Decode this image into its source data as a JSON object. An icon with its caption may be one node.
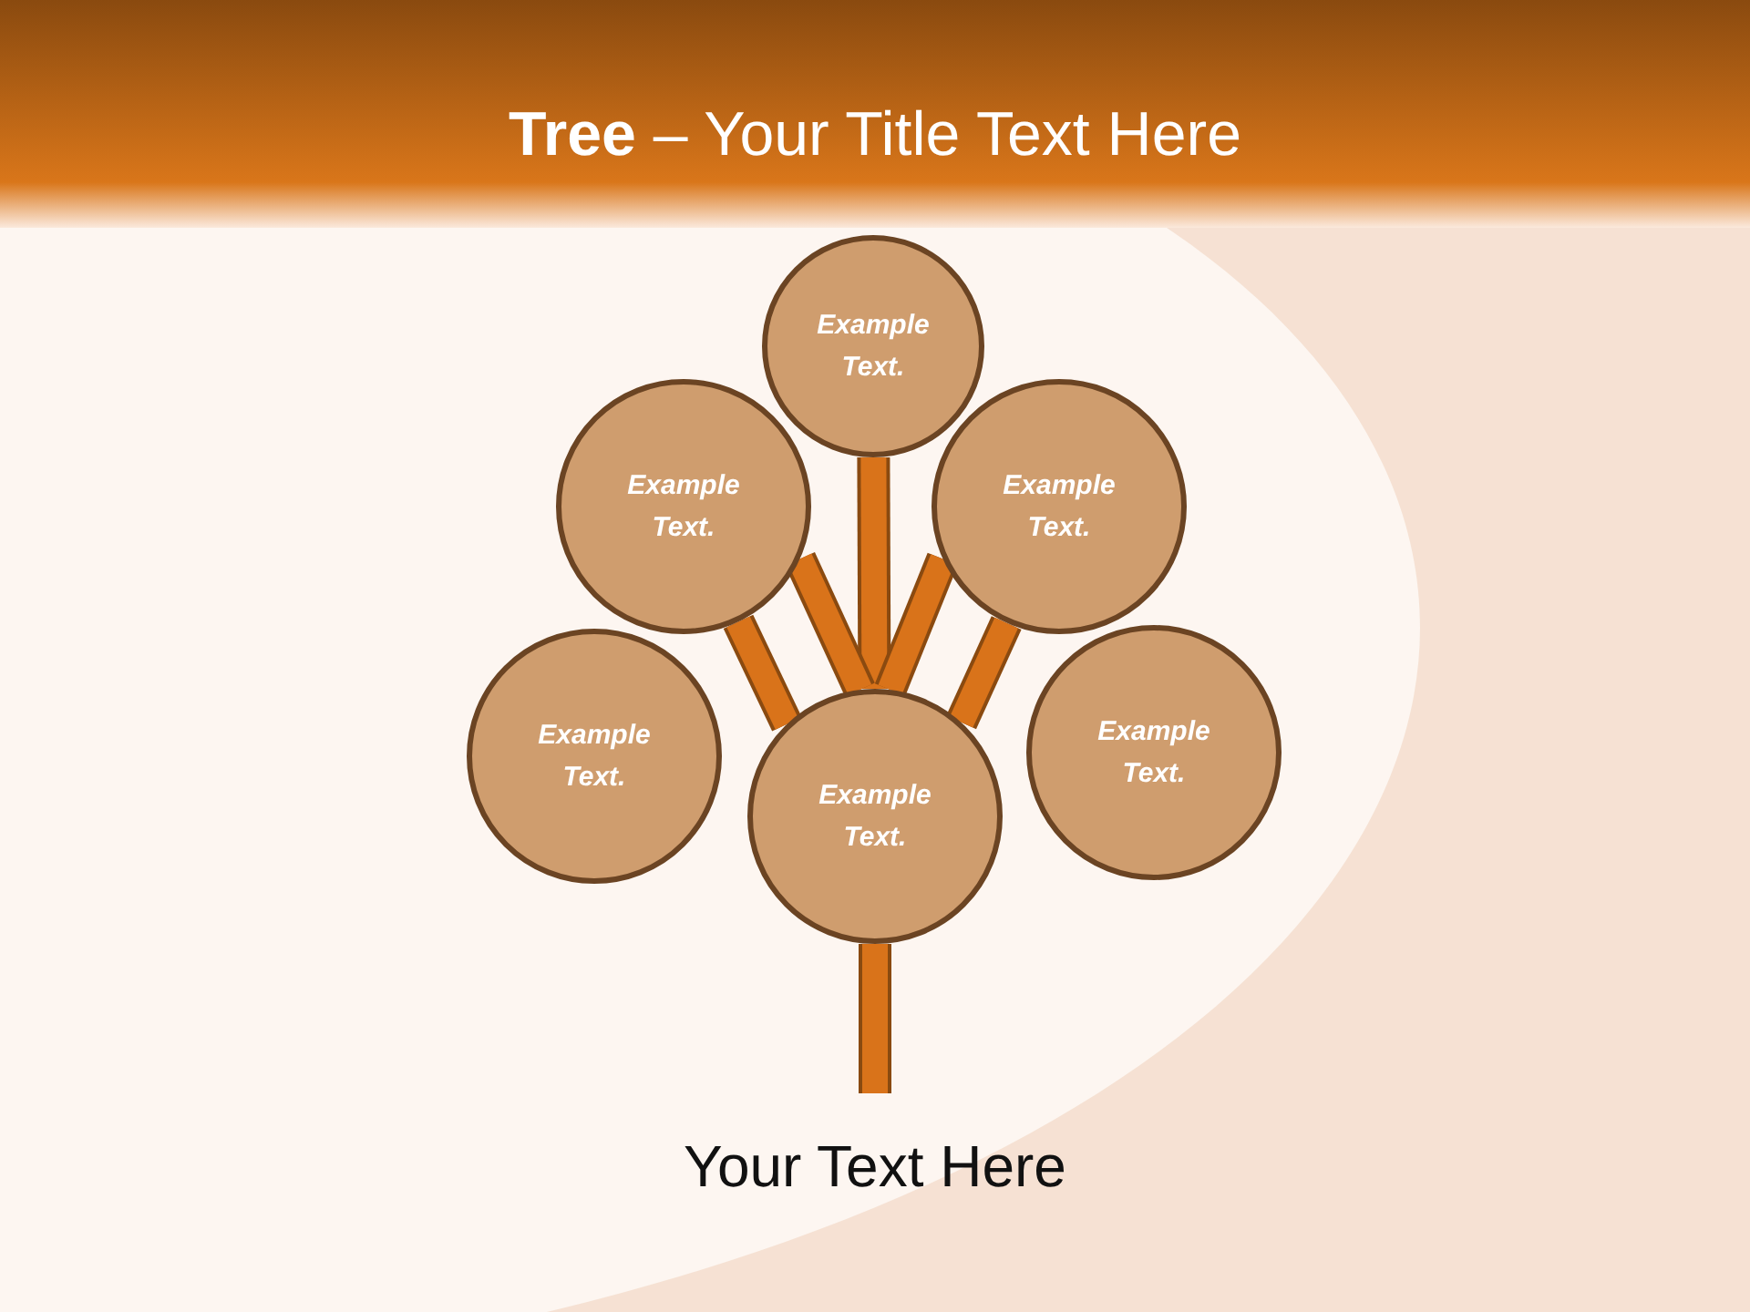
{
  "diagram": {
    "title": "**Tree** – Your Title Text Here",
    "caption": "Your Text Here",
    "nodes": [
      {
        "text": [
          "Example Text."
        ]
      },
      {
        "text": [
          "Example Text."
        ]
      },
      {
        "text": [
          "Example Text."
        ]
      },
      {
        "text": [
          "Example Text."
        ]
      },
      {
        "text": [
          "Example Text."
        ]
      },
      {
        "text": [
          "Example Text."
        ]
      }
    ],
    "edges": [
      {
        "from": 4,
        "to": 0,
        "arrow": "none"
      },
      {
        "from": 4,
        "to": 1,
        "arrow": "none"
      },
      {
        "from": 4,
        "to": 2,
        "arrow": "none"
      },
      {
        "from": 4,
        "to": 1,
        "arrow": "none"
      },
      {
        "from": 4,
        "to": 2,
        "arrow": "none"
      },
      {
        "from": null,
        "to": 4,
        "arrow": "none"
      }
    ]
  }
}
